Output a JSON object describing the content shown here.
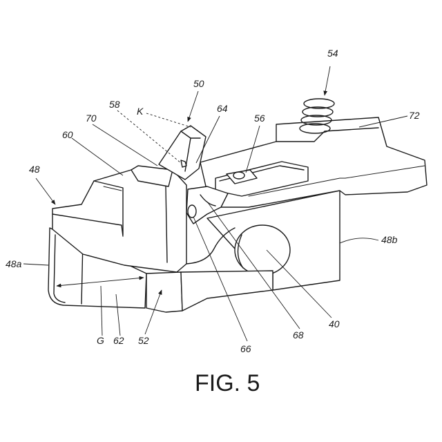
{
  "figure": {
    "caption": "FIG. 5",
    "labels": {
      "l54": "54",
      "l50": "50",
      "l58": "58",
      "lK": "K",
      "l64": "64",
      "l56": "56",
      "l72": "72",
      "l70": "70",
      "l60": "60",
      "l48": "48",
      "l48b": "48b",
      "l48a": "48a",
      "l40": "40",
      "lG": "G",
      "l62": "62",
      "l52": "52",
      "l66": "66",
      "l68": "68"
    }
  }
}
